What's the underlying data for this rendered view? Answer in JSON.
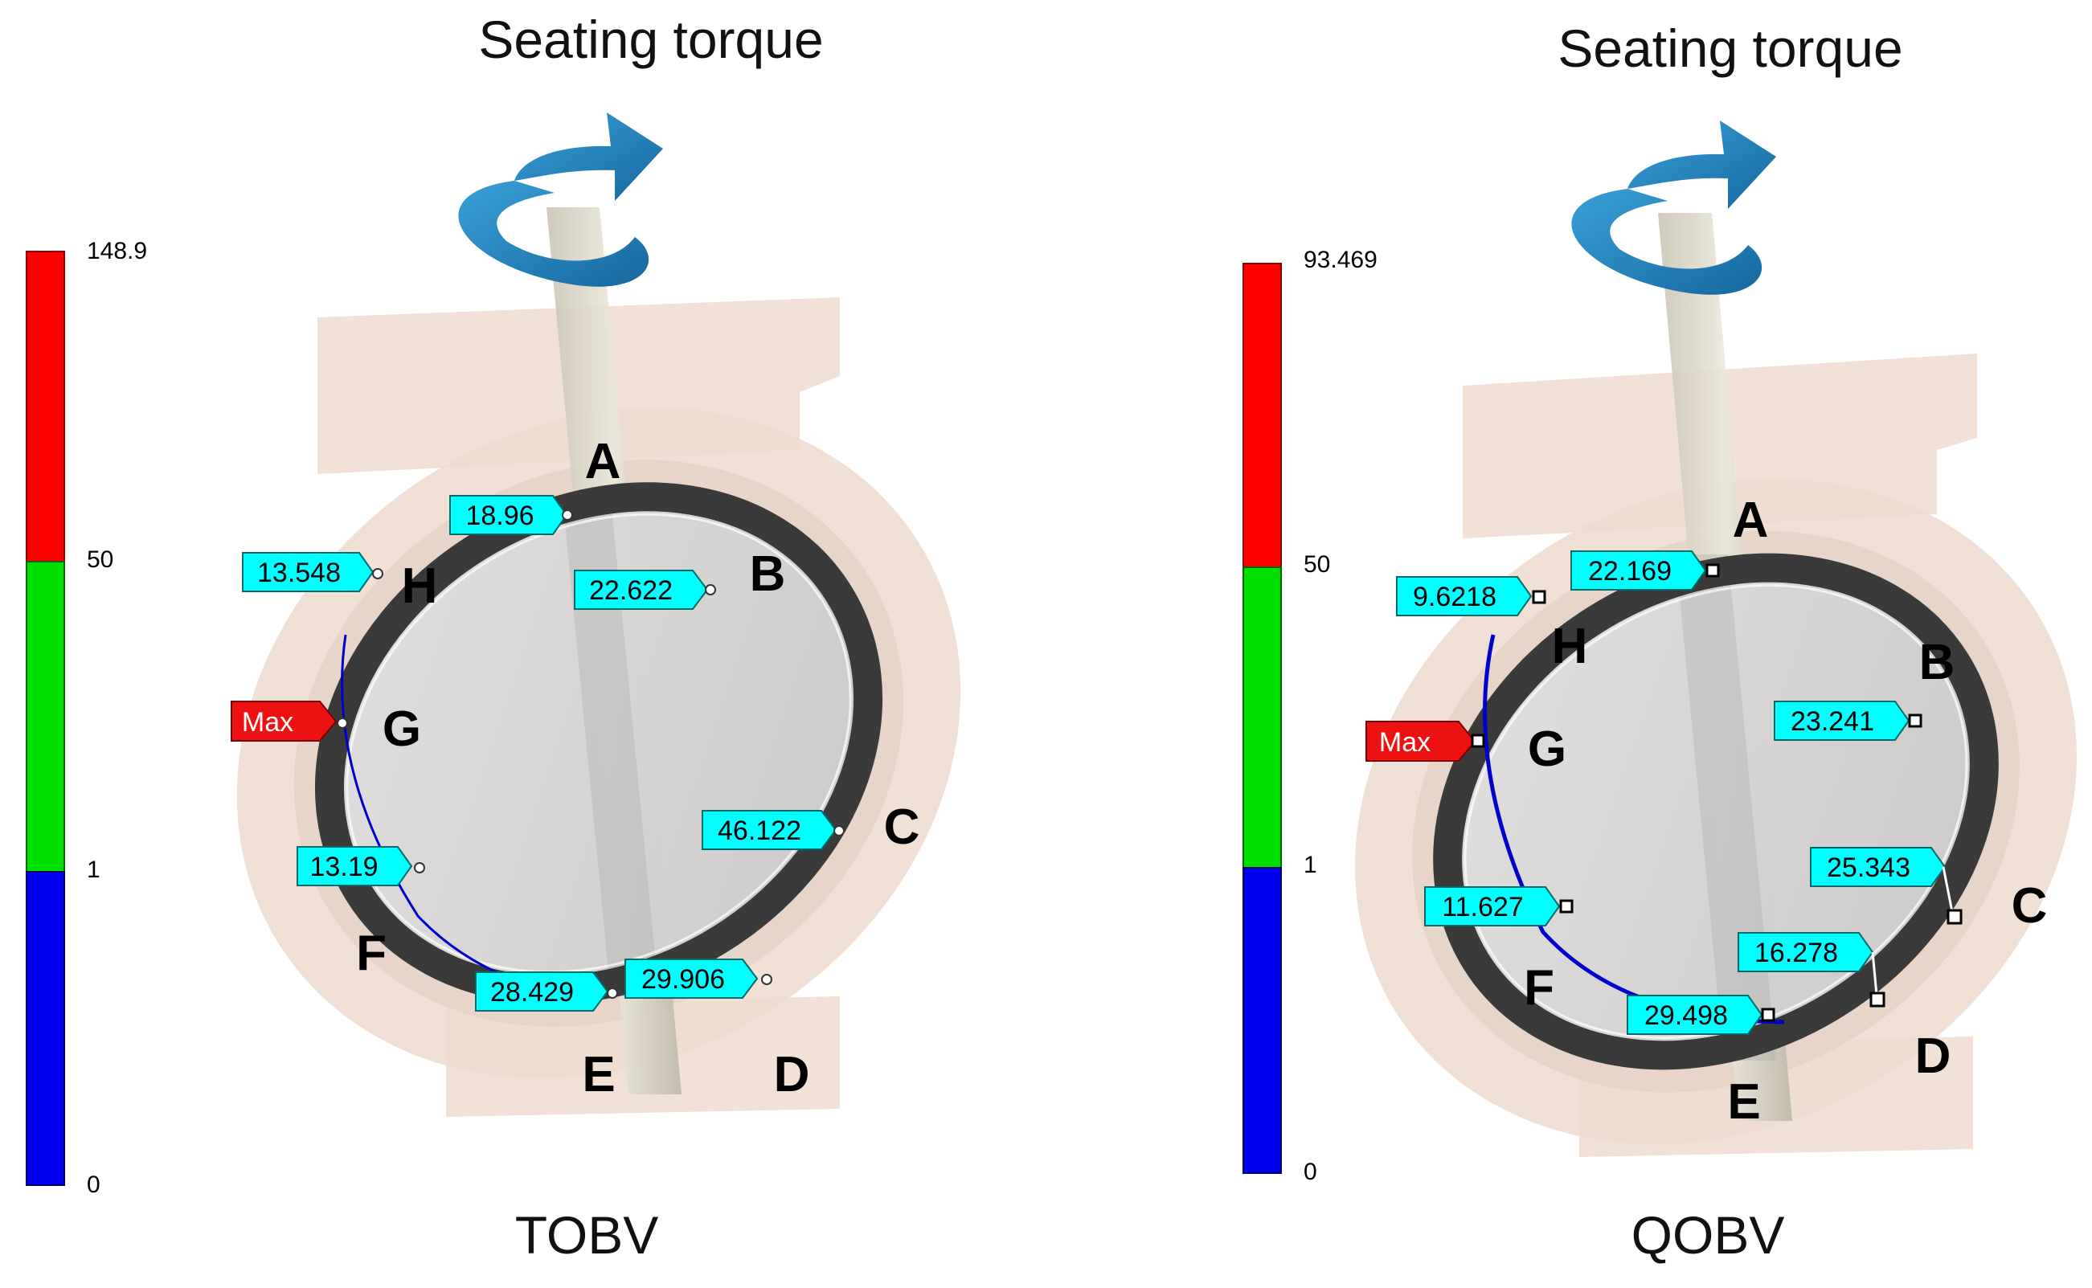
{
  "panels": [
    {
      "title": "Seating torque",
      "caption": "TOBV",
      "colorbar": {
        "max": "148.9",
        "mid_high": "50",
        "mid_low": "1",
        "min": "0"
      },
      "points": {
        "A": "A",
        "B": "B",
        "C": "C",
        "D": "D",
        "E": "E",
        "F": "F",
        "G": "G",
        "H": "H"
      },
      "labels": [
        "18.96",
        "13.548",
        "22.622",
        "Max",
        "46.122",
        "13.19",
        "28.429",
        "29.906"
      ]
    },
    {
      "title": "Seating torque",
      "caption": "QOBV",
      "colorbar": {
        "max": "93.469",
        "mid_high": "50",
        "mid_low": "1",
        "min": "0"
      },
      "points": {
        "A": "A",
        "B": "B",
        "C": "C",
        "D": "D",
        "E": "E",
        "F": "F",
        "G": "G",
        "H": "H"
      },
      "labels": [
        "22.169",
        "9.6218",
        "23.241",
        "Max",
        "25.343",
        "11.627",
        "16.278",
        "29.498"
      ]
    }
  ],
  "colors": {
    "colorbar_high": "#ff0000",
    "colorbar_mid": "#00e000",
    "colorbar_low": "#0000ee",
    "label_fill": "#00ffff",
    "max_fill": "#ee1111",
    "arrow": "#1b84c2",
    "body": "#efdcd0",
    "seal": "#3a3a3a"
  }
}
